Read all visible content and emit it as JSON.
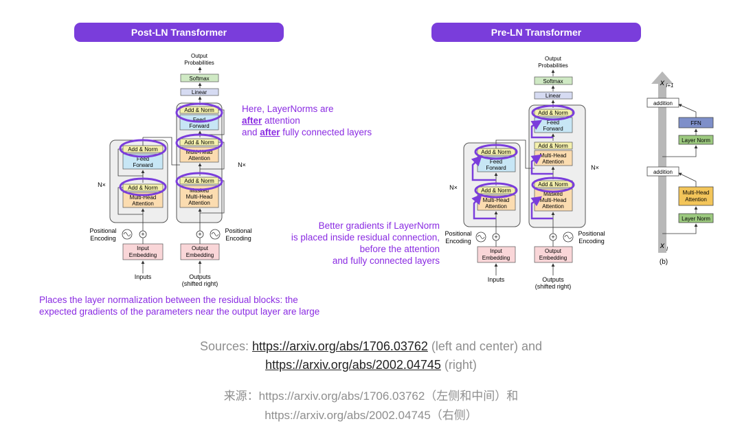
{
  "titles": {
    "post": "Post-LN Transformer",
    "pre": "Pre-LN Transformer"
  },
  "post_ln": {
    "output_probabilities": [
      "Output",
      "Probabilities"
    ],
    "softmax": "Softmax",
    "linear": "Linear",
    "add_norm": "Add & Norm",
    "feed_forward": [
      "Feed",
      "Forward"
    ],
    "multi_head_attention": [
      "Multi-Head",
      "Attention"
    ],
    "masked_mha": [
      "Masked",
      "Multi-Head",
      "Attention"
    ],
    "nx": "N×",
    "positional_encoding": [
      "Positional",
      "Encoding"
    ],
    "input_embedding": [
      "Input",
      "Embedding"
    ],
    "output_embedding": [
      "Output",
      "Embedding"
    ],
    "inputs": "Inputs",
    "outputs": [
      "Outputs",
      "(shifted right)"
    ]
  },
  "pre_ln_b": {
    "x_top": "x",
    "x_top_sub": "l+1",
    "x_bottom": "x",
    "x_bottom_sub": "l",
    "addition": "addition",
    "ffn": "FFN",
    "layer_norm": "Layer Norm",
    "multi_head_attention": [
      "Multi-Head",
      "Attention"
    ],
    "caption": "(b)"
  },
  "annotations": {
    "post_note_prefix": "Here, LayerNorms are",
    "after1": "after",
    "attention_word": " attention",
    "and_word": "and ",
    "after2": "after",
    "fc_words": " fully connected layers",
    "post_bottom": [
      "Places the layer normalization between the residual blocks: the",
      "expected gradients of the parameters near the output layer are large"
    ],
    "pre_note": [
      "Better gradients if LayerNorm",
      "is placed inside residual connection,",
      "before the attention",
      "and fully connected layers"
    ]
  },
  "sources": {
    "prefix": "Sources: ",
    "link1": "https://arxiv.org/abs/1706.03762",
    "mid": " (left and center) and",
    "link2": "https://arxiv.org/abs/2002.04745",
    "suffix": " (right)",
    "cn_line1": "来源：https://arxiv.org/abs/1706.03762（左侧和中间）和",
    "cn_line2": "https://arxiv.org/abs/2002.04745（右侧）"
  },
  "colors": {
    "accent": "#7a3ddb",
    "annotation": "#8a2be2",
    "add_norm": "#f4f0ac",
    "feed_forward": "#c7e6f5",
    "attention": "#fbdcb0",
    "embedding": "#f9d6d8",
    "softmax": "#cfe9c4",
    "linear": "#d6dbf2",
    "ffn_b": "#7e8fc9",
    "layer_norm_b": "#9cc97f",
    "mha_b": "#f3c55a"
  }
}
